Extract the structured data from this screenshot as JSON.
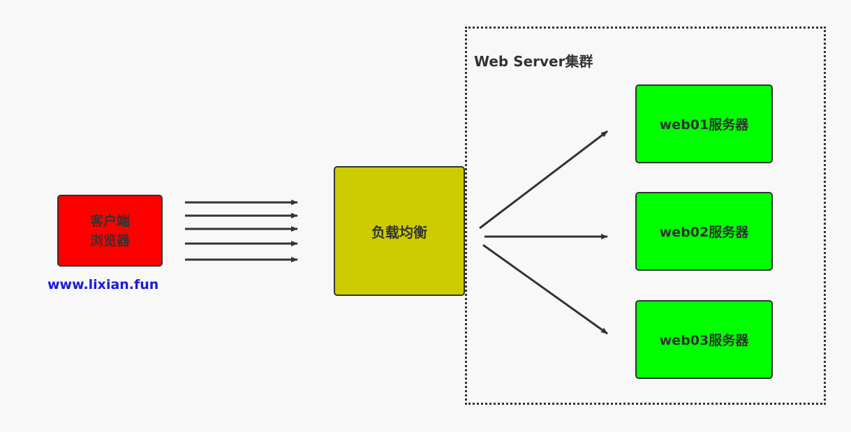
{
  "cluster": {
    "title": "Web Server集群"
  },
  "client": {
    "line1": "客户端",
    "line2": "浏览器",
    "site": "www.lixian.fun"
  },
  "load_balancer": {
    "label": "负载均衡"
  },
  "servers": [
    {
      "label": "web01服务器"
    },
    {
      "label": "web02服务器"
    },
    {
      "label": "web03服务器"
    }
  ],
  "colors": {
    "client": "#ff0000",
    "load_balancer": "#cccc00",
    "server": "#00ff00",
    "site_link": "#1a1adc",
    "stroke": "#333333"
  }
}
